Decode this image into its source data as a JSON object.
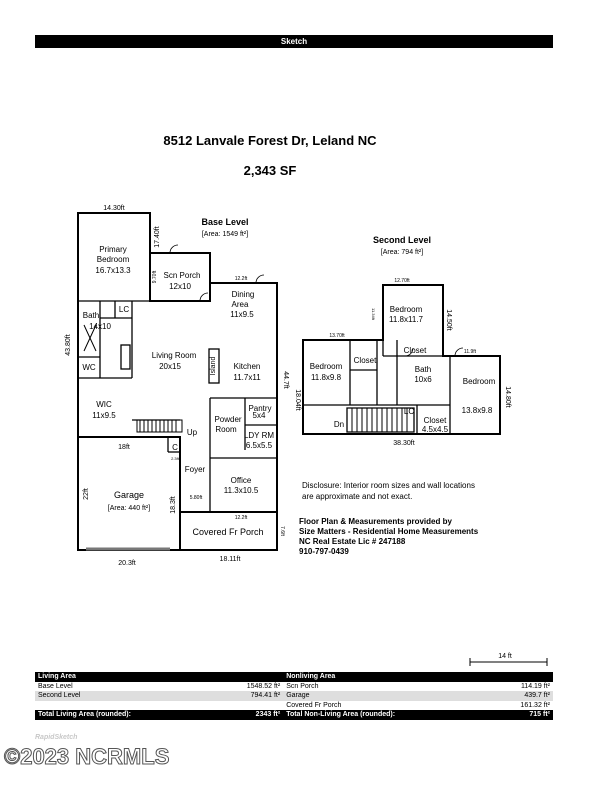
{
  "header": "Sketch",
  "address": "8512 Lanvale Forest Dr, Leland NC",
  "total_sf": "2,343 SF",
  "base_level": {
    "title": "Base Level",
    "area": "[Area: 1549 ft²]",
    "rooms": {
      "primary_bedroom": [
        "Primary",
        "Bedroom",
        "16.7x13.3"
      ],
      "scn_porch": [
        "Scn Porch",
        "12x10"
      ],
      "bath": [
        "Bath",
        "14x10"
      ],
      "lc": "LC",
      "wc": "WC",
      "wic": [
        "WIC",
        "11x9.5"
      ],
      "living_room": [
        "Living Room",
        "20x15"
      ],
      "dining_area": [
        "Dining",
        "Area",
        "11x9.5"
      ],
      "island": "Island",
      "kitchen": [
        "Kitchen",
        "11.7x11"
      ],
      "powder_room": [
        "Powder",
        "Room"
      ],
      "pantry": [
        "Pantry",
        "5x4"
      ],
      "ldy_rm": [
        "LDY RM",
        "6.5x5.5"
      ],
      "up": "Up",
      "c": "C",
      "foyer": "Foyer",
      "office": [
        "Office",
        "11.3x10.5"
      ],
      "garage": [
        "Garage",
        "[Area: 440 ft²]"
      ],
      "covered_porch": "Covered Fr Porch"
    },
    "dimensions": {
      "top_width": "14.30ft",
      "porch_height": "17.40ft",
      "porch_side": "9.70ft",
      "left_height": "43.80ft",
      "dining_top": "12.2ft",
      "right_height_a": "44.7ft",
      "right_height_b": "18.04ft",
      "garage_top": "18ft",
      "small_a": "2.3ft",
      "garage_height": "22ft",
      "foyer_height": "18.3ft",
      "foyer_width": "5.80ft",
      "office_bottom": "12.2ft",
      "porch_right": "7.6ft",
      "garage_bottom": "20.3ft",
      "porch_bottom": "18.11ft"
    }
  },
  "second_level": {
    "title": "Second Level",
    "area": "[Area: 794 ft²]",
    "rooms": {
      "bedroom_top": [
        "Bedroom",
        "11.8x11.7"
      ],
      "bedroom_left": [
        "Bedroom",
        "11.8x9.8"
      ],
      "closet_left": "Closet",
      "closet_center": "Closet",
      "bath": [
        "Bath",
        "10x6"
      ],
      "bedroom_right": [
        "Bedroom",
        "13.8x9.8"
      ],
      "dn": "Dn",
      "lc": "LC",
      "closet_small": [
        "Closet",
        "4.5x4.5"
      ]
    },
    "dimensions": {
      "top_width": "12.70ft",
      "top_side": "11.34ft",
      "top_right": "14.50ft",
      "left_top": "13.70ft",
      "right_top": "11.9ft",
      "right_height": "14.80ft",
      "bottom_width": "38.30ft"
    }
  },
  "disclosure": [
    "Disclosure:  Interior room sizes and wall locations",
    "are approximate and not exact."
  ],
  "credit": [
    "Floor Plan & Measurements provided by",
    "Size Matters - Residential Home Measurements",
    "NC Real Estate Lic # 247188",
    "910-797-0439"
  ],
  "scale": "14 ft",
  "area_table": {
    "living_header": "Living Area",
    "nonliving_header": "Nonliving Area",
    "rows": [
      {
        "l_label": "Base Level",
        "l_value": "1548.52 ft²",
        "r_label": "Scn Porch",
        "r_value": "114.19 ft²"
      },
      {
        "l_label": "Second Level",
        "l_value": "794.41 ft²",
        "r_label": "Garage",
        "r_value": "439.7 ft²"
      },
      {
        "l_label": "",
        "l_value": "",
        "r_label": "Covered Fr Porch",
        "r_value": "161.32 ft²"
      }
    ],
    "total_living_label": "Total Living Area (rounded):",
    "total_living_value": "2343 ft²",
    "total_nonliving_label": "Total Non-Living Area (rounded):",
    "total_nonliving_value": "715 ft²"
  },
  "software_mark": "RapidSketch",
  "watermark": "©2023 NCRMLS"
}
